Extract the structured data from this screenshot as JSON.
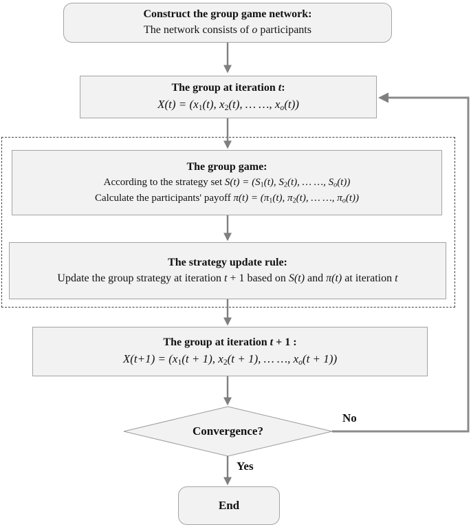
{
  "colors": {
    "box_fill": "#f2f2f2",
    "box_border": "#a3a3a3",
    "arrow": "#7f7f7f",
    "dashed_border": "#444444",
    "text": "#111111"
  },
  "nodes": {
    "construct": {
      "title": "Construct the group game network:",
      "body": [
        {
          "t": "The network consists of "
        },
        {
          "t": "o",
          "i": true
        },
        {
          "t": " participants"
        }
      ]
    },
    "group_t": {
      "title": [
        {
          "t": "The group at iteration "
        },
        {
          "t": "t",
          "i": true
        },
        {
          "t": ":"
        }
      ],
      "formula": [
        {
          "t": "X(t) = (x",
          "i": true
        },
        {
          "t": "1",
          "sub": true
        },
        {
          "t": "(t), x",
          "i": true
        },
        {
          "t": "2",
          "sub": true
        },
        {
          "t": "(t), … …, x",
          "i": true
        },
        {
          "t": "o",
          "sub": true,
          "i": true
        },
        {
          "t": "(t))",
          "i": true
        }
      ]
    },
    "group_game": {
      "title": "The group game:",
      "line1": [
        {
          "t": "According to the strategy set  "
        },
        {
          "t": "S(t) = (S",
          "i": true
        },
        {
          "t": "1",
          "sub": true
        },
        {
          "t": "(t), S",
          "i": true
        },
        {
          "t": "2",
          "sub": true
        },
        {
          "t": "(t), … …, S",
          "i": true
        },
        {
          "t": "o",
          "sub": true,
          "i": true
        },
        {
          "t": "(t))",
          "i": true
        }
      ],
      "line2": [
        {
          "t": "Calculate the participants' payoff  "
        },
        {
          "t": "π(t) = (π",
          "i": true
        },
        {
          "t": "1",
          "sub": true
        },
        {
          "t": "(t), π",
          "i": true
        },
        {
          "t": "2",
          "sub": true
        },
        {
          "t": "(t), … …, π",
          "i": true
        },
        {
          "t": "o",
          "sub": true,
          "i": true
        },
        {
          "t": "(t))",
          "i": true
        }
      ]
    },
    "update_rule": {
      "title": "The strategy update rule:",
      "body": [
        {
          "t": "Update the group strategy at iteration "
        },
        {
          "t": "t",
          "i": true
        },
        {
          "t": " + 1 based on "
        },
        {
          "t": "S(t)",
          "i": true
        },
        {
          "t": " and  "
        },
        {
          "t": "π(t)",
          "i": true
        },
        {
          "t": " at iteration "
        },
        {
          "t": "t",
          "i": true
        }
      ]
    },
    "group_t1": {
      "title": [
        {
          "t": "The group at iteration "
        },
        {
          "t": "t",
          "i": true
        },
        {
          "t": " + 1 :"
        }
      ],
      "formula": [
        {
          "t": "X(t+1) = (x",
          "i": true
        },
        {
          "t": "1",
          "sub": true
        },
        {
          "t": "(t + 1), x",
          "i": true
        },
        {
          "t": "2",
          "sub": true
        },
        {
          "t": "(t + 1), … …, x",
          "i": true
        },
        {
          "t": "o",
          "sub": true,
          "i": true
        },
        {
          "t": "(t + 1))",
          "i": true
        }
      ]
    },
    "convergence": {
      "label": "Convergence?"
    },
    "end": {
      "label": "End"
    }
  },
  "edges": {
    "no_label": "No",
    "yes_label": "Yes"
  }
}
